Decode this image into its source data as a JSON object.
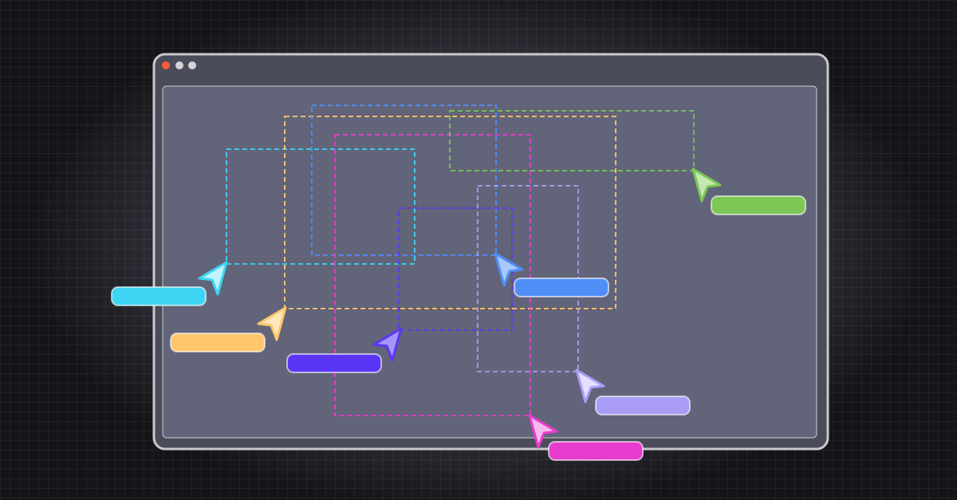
{
  "window": {
    "frame_color": "#c8c8cc",
    "controls": [
      {
        "name": "close",
        "color": "#ff5a36"
      },
      {
        "name": "minimize",
        "color": "#d4d4d8"
      },
      {
        "name": "maximize",
        "color": "#d4d4d8"
      }
    ]
  },
  "collaborators": [
    {
      "id": "cyan",
      "color": "#3dd5f3",
      "cursor_fill": "#bff3fd"
    },
    {
      "id": "yellow",
      "color": "#ffc66b",
      "cursor_fill": "#ffe6bd"
    },
    {
      "id": "blue",
      "color": "#4f8ef7",
      "cursor_fill": "#a9c8fb"
    },
    {
      "id": "pink",
      "color": "#e83ccf",
      "cursor_fill": "#f8b8ee"
    },
    {
      "id": "purple",
      "color": "#5b35f5",
      "cursor_fill": "#a595f7"
    },
    {
      "id": "lavender",
      "color": "#a99cf5",
      "cursor_fill": "#e4dffd"
    },
    {
      "id": "green",
      "color": "#7cc756",
      "cursor_fill": "#c5e8b3"
    }
  ]
}
